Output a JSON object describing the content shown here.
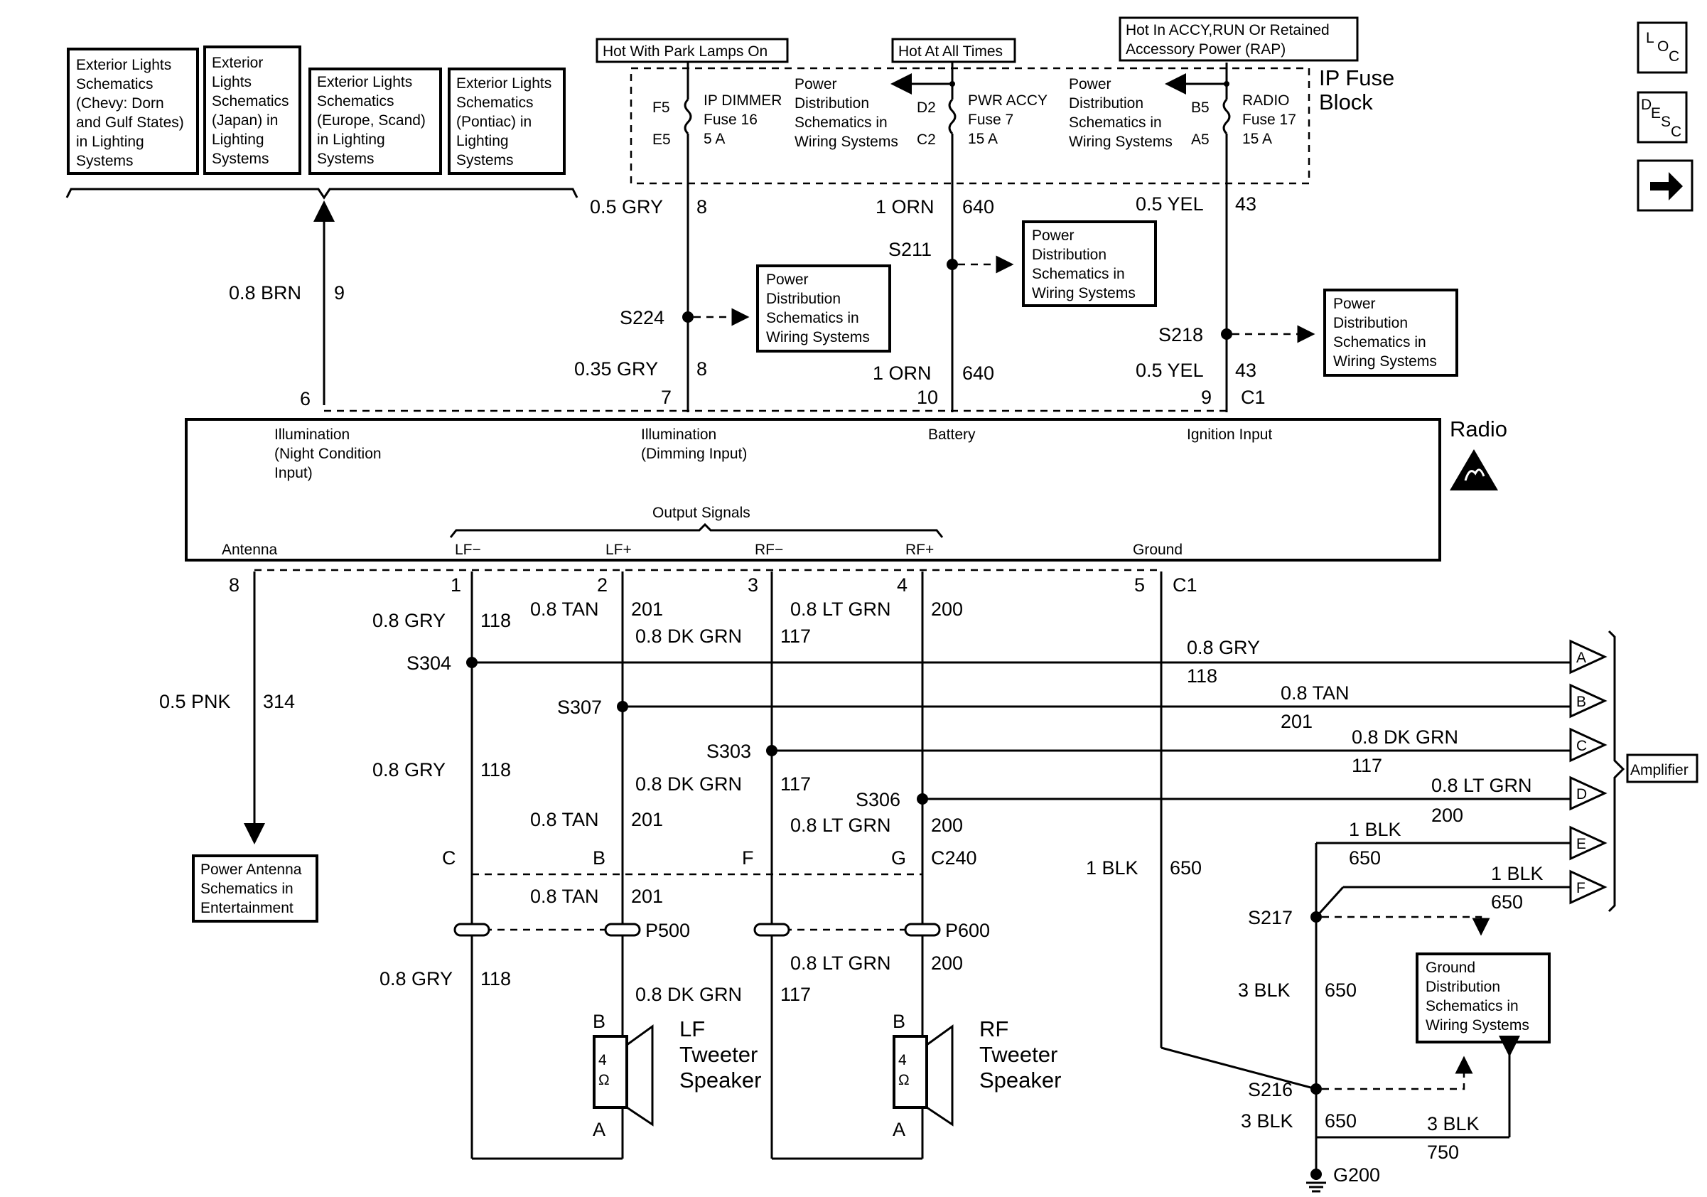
{
  "labels": {
    "loc": "LOC",
    "desc": "DESC",
    "ext_lights": [
      [
        "Exterior Lights",
        "Schematics",
        "(Chevy: Dorn",
        "and Gulf States)",
        "in Lighting",
        "Systems"
      ],
      [
        "Exterior",
        "Lights",
        "Schematics",
        "(Japan) in",
        "Lighting",
        "Systems"
      ],
      [
        "Exterior Lights",
        "Schematics",
        "(Europe, Scand)",
        "in Lighting",
        "Systems"
      ],
      [
        "Exterior Lights",
        "Schematics",
        "(Pontiac) in",
        "Lighting",
        "Systems"
      ]
    ],
    "hot_park": "Hot With Park Lamps On",
    "hot_all": "Hot At All Times",
    "hot_accy": [
      "Hot In ACCY,RUN Or Retained",
      "Accessory Power (RAP)"
    ],
    "ip_fuse_block": [
      "IP Fuse",
      "Block"
    ],
    "fuse_dimmer": [
      "IP DIMMER",
      "Fuse 16",
      "5 A"
    ],
    "fuse_pwr": [
      "PWR ACCY",
      "Fuse 7",
      "15 A"
    ],
    "fuse_radio": [
      "RADIO",
      "Fuse 17",
      "15 A"
    ],
    "pin_f5": "F5",
    "pin_e5": "E5",
    "pin_d2": "D2",
    "pin_c2": "C2",
    "pin_b5": "B5",
    "pin_a5": "A5",
    "pdist": [
      "Power",
      "Distribution",
      "Schematics in",
      "Wiring Systems"
    ],
    "w_gry8": "0.5 GRY",
    "c_8": "8",
    "w_orn": "1 ORN",
    "c_640": "640",
    "w_yel": "0.5 YEL",
    "c_43": "43",
    "w_brn": "0.8 BRN",
    "c_9": "9",
    "s211": "S211",
    "s224": "S224",
    "s218": "S218",
    "w_gry035": "0.35 GRY",
    "pin_6": "6",
    "pin_7": "7",
    "pin_10": "10",
    "pin_9": "9",
    "c1": "C1",
    "radio": "Radio",
    "illum_night": [
      "Illumination",
      "(Night Condition",
      "Input)"
    ],
    "illum_dim": [
      "Illumination",
      "(Dimming Input)"
    ],
    "battery": "Battery",
    "ignition": "Ignition Input",
    "output_signals": "Output Signals",
    "antenna": "Antenna",
    "lf_minus": "LF−",
    "lf_plus": "LF+",
    "rf_minus": "RF−",
    "rf_plus": "RF+",
    "ground": "Ground",
    "pin_8": "8",
    "pin_1": "1",
    "pin_2": "2",
    "pin_3": "3",
    "pin_4": "4",
    "pin_5": "5",
    "w_gry08": "0.8 GRY",
    "c_118": "118",
    "w_tan": "0.8 TAN",
    "c_201": "201",
    "w_ltgrn": "0.8 LT GRN",
    "c_200": "200",
    "w_dkgrn": "0.8 DK GRN",
    "c_117": "117",
    "w_pnk": "0.5 PNK",
    "c_314": "314",
    "s304": "S304",
    "s307": "S307",
    "s303": "S303",
    "s306": "S306",
    "w_1blk": "1 BLK",
    "c_650": "650",
    "w_3blk": "3 BLK",
    "c_750": "750",
    "pin_c": "C",
    "pin_b": "B",
    "pin_f": "F",
    "pin_g": "G",
    "c240": "C240",
    "p500": "P500",
    "p600": "P600",
    "pin_a": "A",
    "lf_tweeter": [
      "LF",
      "Tweeter",
      "Speaker"
    ],
    "rf_tweeter": [
      "RF",
      "Tweeter",
      "Speaker"
    ],
    "ohm": [
      "4",
      "Ω"
    ],
    "power_antenna": [
      "Power Antenna",
      "Schematics in",
      "Entertainment"
    ],
    "amplifier": "Amplifier",
    "amp_pins": [
      "A",
      "B",
      "C",
      "D",
      "E",
      "F"
    ],
    "s217": "S217",
    "s216": "S216",
    "g200": "G200",
    "ground_dist": [
      "Ground",
      "Distribution",
      "Schematics in",
      "Wiring Systems"
    ]
  }
}
